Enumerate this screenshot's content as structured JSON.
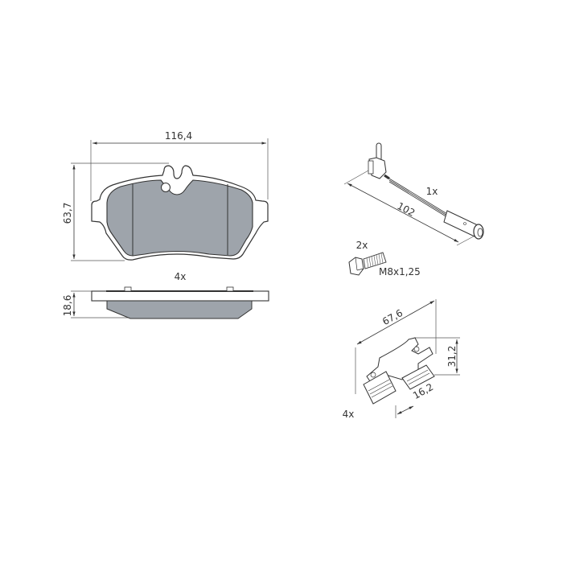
{
  "drawing": {
    "subject": "Brake pad set technical drawing",
    "pad": {
      "width_label": "116,4",
      "height_label": "63,7",
      "quantity_label": "4x",
      "thickness_label": "18,6",
      "fill_color": "#9ea4ab"
    },
    "wear_sensor": {
      "quantity_label": "1x",
      "length_label": "102"
    },
    "bolt": {
      "quantity_label": "2x",
      "spec_label": "M8x1,25"
    },
    "clip": {
      "quantity_label": "4x",
      "length_label": "67,6",
      "height_label": "31,2",
      "width_label": "16,2"
    }
  }
}
